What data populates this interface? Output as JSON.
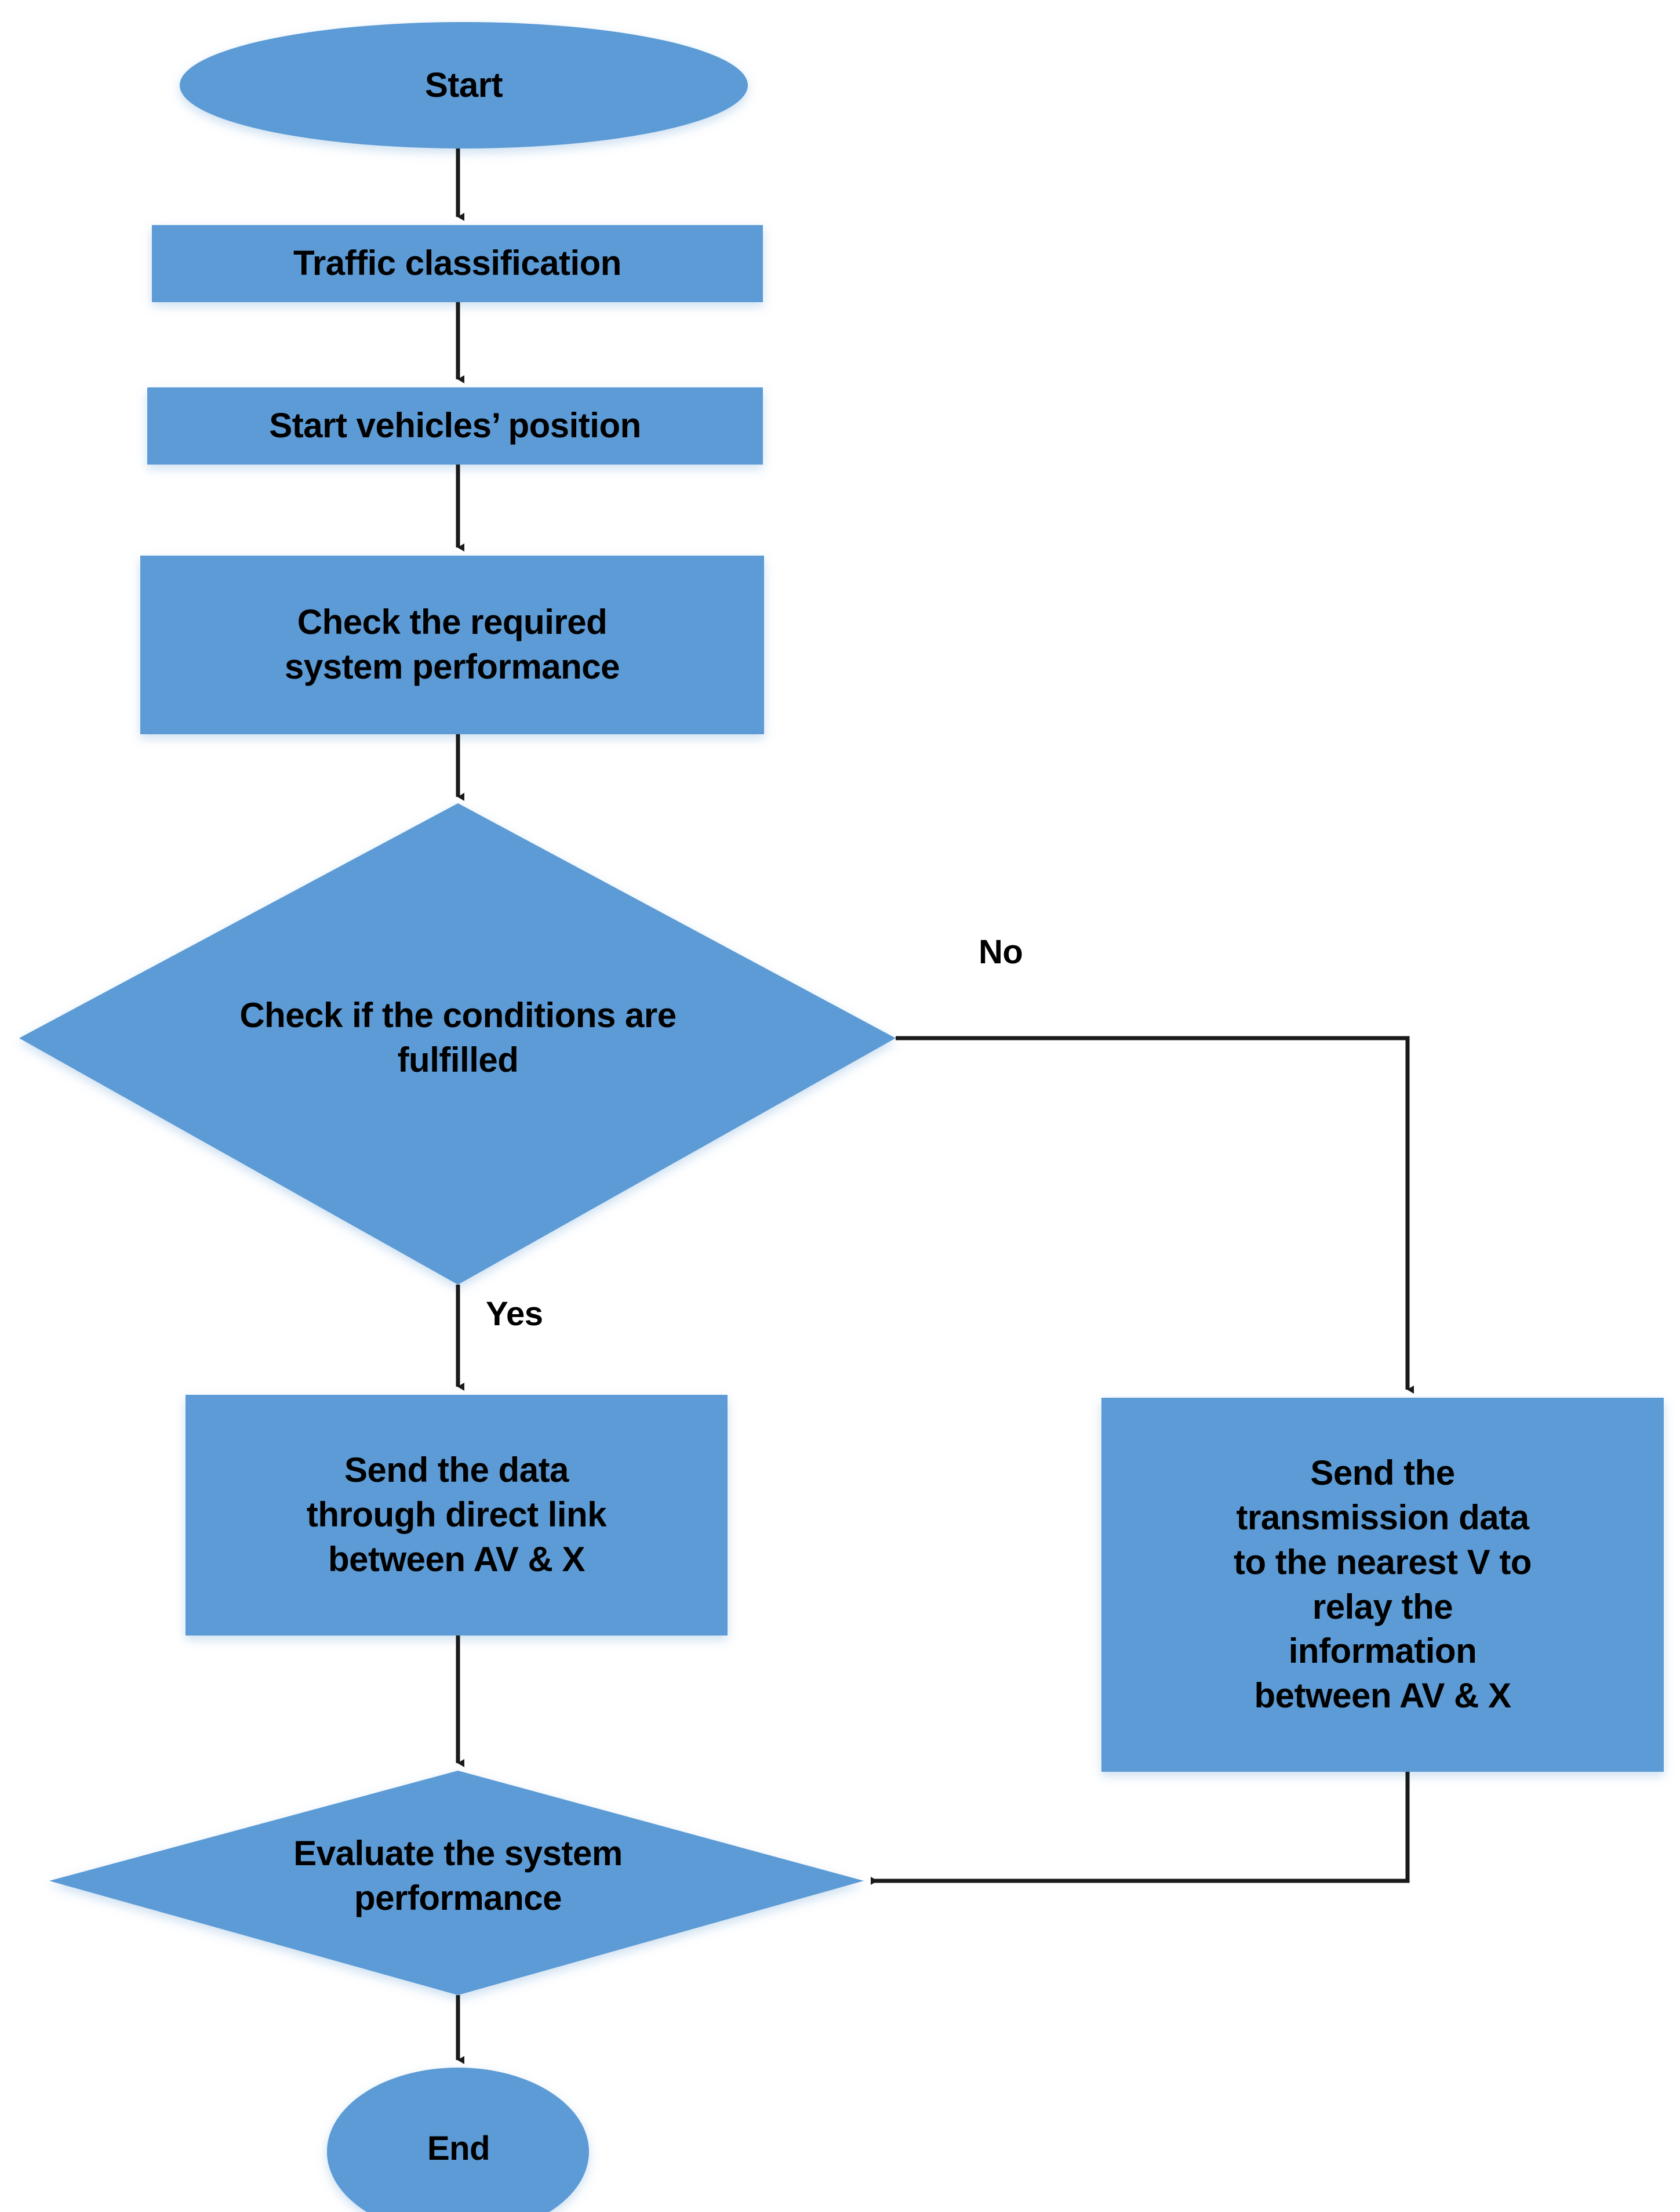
{
  "diagram": {
    "title": "Autonomous vehicle transmission decision flowchart",
    "colors": {
      "node_fill": "#5B9BD5",
      "node_text": "#000000",
      "edge_stroke": "#1A1A1A",
      "canvas_background": "#FFFFFF"
    },
    "nodes": [
      {
        "id": "start",
        "shape": "ellipse",
        "label": "Start"
      },
      {
        "id": "traffic",
        "shape": "rectangle",
        "label": "Traffic classification"
      },
      {
        "id": "position",
        "shape": "rectangle",
        "label": "Start vehicles’ position"
      },
      {
        "id": "check_perf",
        "shape": "rectangle",
        "label": "Check the required\nsystem performance"
      },
      {
        "id": "decision",
        "shape": "diamond",
        "label": "Check if the conditions are\nfulfilled"
      },
      {
        "id": "send_direct",
        "shape": "rectangle",
        "label": "Send the data\nthrough direct link\nbetween AV & X"
      },
      {
        "id": "send_relay",
        "shape": "rectangle",
        "label": "Send the\ntransmission data\nto the  nearest V to\nrelay the\ninformation\nbetween AV & X"
      },
      {
        "id": "evaluate",
        "shape": "diamond",
        "label": "Evaluate the system\nperformance"
      },
      {
        "id": "end",
        "shape": "ellipse",
        "label": "End"
      }
    ],
    "edges": [
      {
        "from": "start",
        "to": "traffic",
        "label": ""
      },
      {
        "from": "traffic",
        "to": "position",
        "label": ""
      },
      {
        "from": "position",
        "to": "check_perf",
        "label": ""
      },
      {
        "from": "check_perf",
        "to": "decision",
        "label": ""
      },
      {
        "from": "decision",
        "to": "send_direct",
        "label": "Yes"
      },
      {
        "from": "decision",
        "to": "send_relay",
        "label": "No"
      },
      {
        "from": "send_direct",
        "to": "evaluate",
        "label": ""
      },
      {
        "from": "send_relay",
        "to": "evaluate",
        "label": ""
      },
      {
        "from": "evaluate",
        "to": "end",
        "label": ""
      }
    ],
    "edge_labels": {
      "no": "No",
      "yes": "Yes"
    }
  }
}
